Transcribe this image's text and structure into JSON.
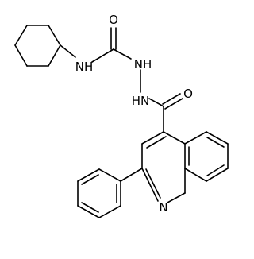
{
  "structure": {
    "atom_labels": {
      "carbonyl_oxygen_top": "O",
      "amide_nh": "NH",
      "hydrazide_nh_upper": "NH",
      "hydrazide_nh_lower": "HN",
      "carbonyl_oxygen_bottom": "O",
      "quinoline_nitrogen": "N"
    }
  }
}
